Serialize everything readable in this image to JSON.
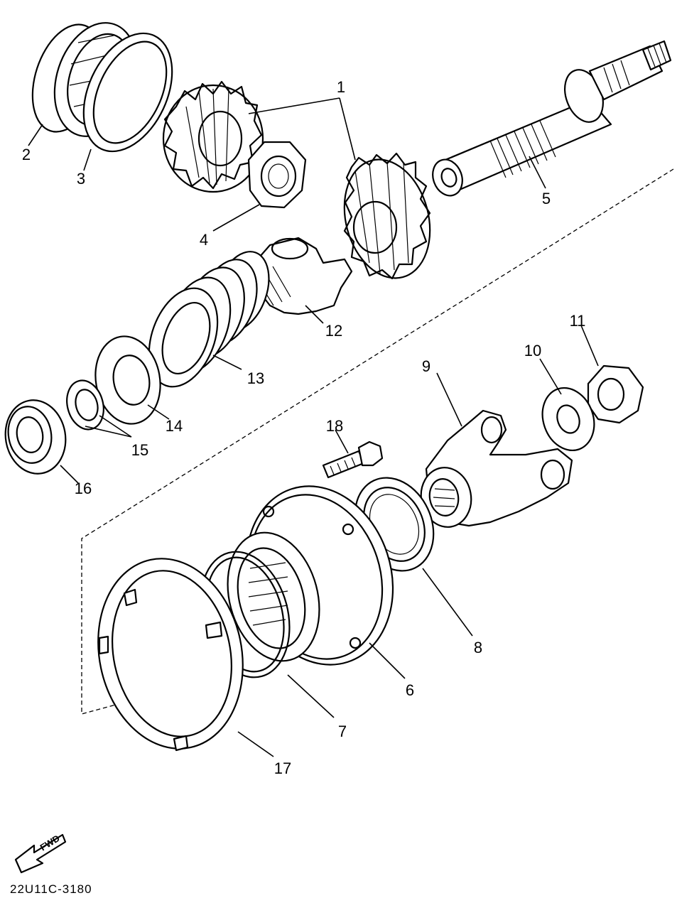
{
  "diagram": {
    "callouts": [
      {
        "id": "1",
        "label": "1"
      },
      {
        "id": "2",
        "label": "2"
      },
      {
        "id": "3",
        "label": "3"
      },
      {
        "id": "4",
        "label": "4"
      },
      {
        "id": "5",
        "label": "5"
      },
      {
        "id": "6",
        "label": "6"
      },
      {
        "id": "7",
        "label": "7"
      },
      {
        "id": "8",
        "label": "8"
      },
      {
        "id": "9",
        "label": "9"
      },
      {
        "id": "10",
        "label": "10"
      },
      {
        "id": "11",
        "label": "11"
      },
      {
        "id": "12",
        "label": "12"
      },
      {
        "id": "13",
        "label": "13"
      },
      {
        "id": "14",
        "label": "14"
      },
      {
        "id": "15",
        "label": "15"
      },
      {
        "id": "16",
        "label": "16"
      },
      {
        "id": "17",
        "label": "17"
      },
      {
        "id": "18",
        "label": "18"
      }
    ],
    "fwd_label": "FWD",
    "drawing_code": "22U11C-3180"
  }
}
